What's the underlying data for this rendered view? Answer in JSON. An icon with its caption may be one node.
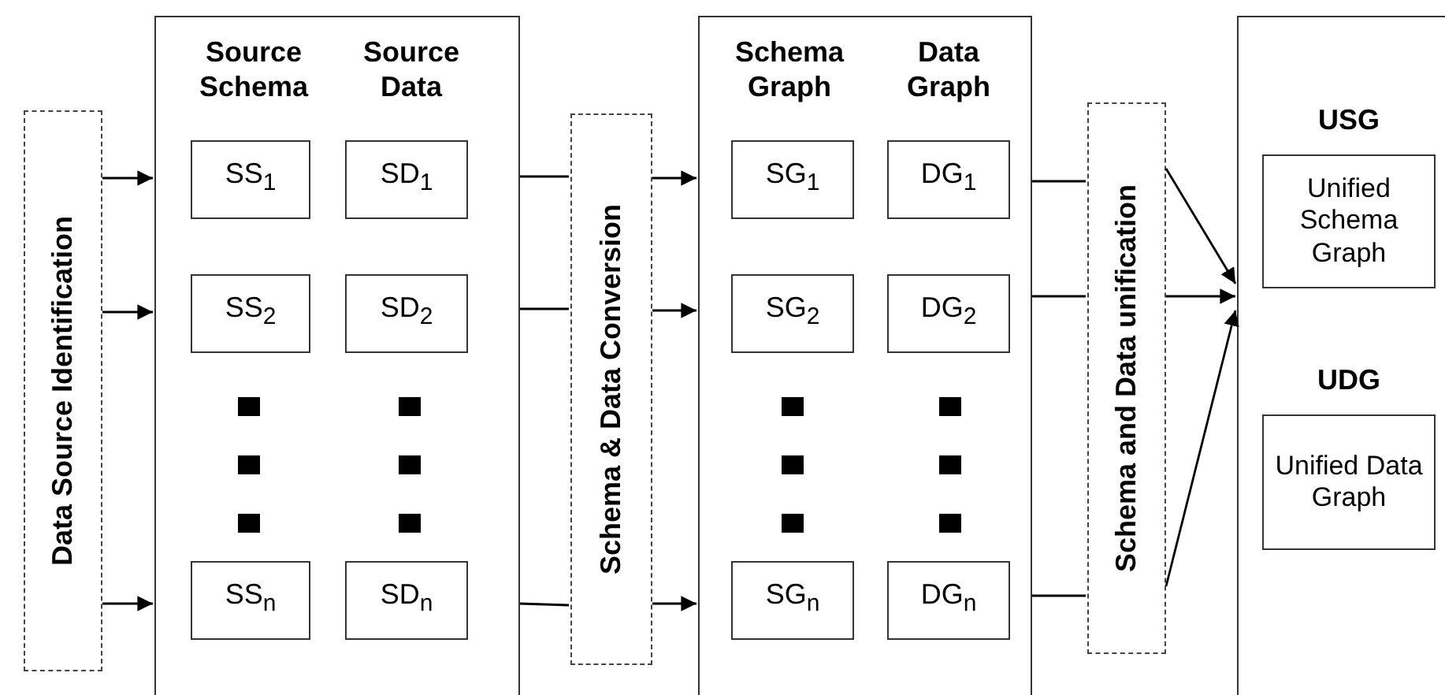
{
  "diagram": {
    "nodes": [
      {
        "text": [
          "Data Source Identification"
        ]
      },
      {
        "text": [
          "Source Schema",
          "Source Data"
        ]
      },
      {
        "text": [
          "SS$_{1}$"
        ],
        "in": 1
      },
      {
        "text": [
          "SD$_{1}$"
        ],
        "in": 1
      },
      {
        "text": [
          "SS$_{2}$"
        ],
        "in": 1
      },
      {
        "text": [
          "SD$_{2}$"
        ],
        "in": 1
      },
      {
        "text": [
          "SS$_{n}$"
        ],
        "in": 1
      },
      {
        "text": [
          "SD$_{n}$"
        ],
        "in": 1
      },
      {
        "text": [
          "Schema & Data Conversion"
        ]
      },
      {
        "text": [
          "Schema Graph",
          "Data Graph"
        ]
      },
      {
        "text": [
          "SG$_{1}$"
        ],
        "in": 9
      },
      {
        "text": [
          "DG$_{1}$"
        ],
        "in": 9
      },
      {
        "text": [
          "SG$_{2}$"
        ],
        "in": 9
      },
      {
        "text": [
          "DG$_{2}$"
        ],
        "in": 9
      },
      {
        "text": [
          "SG$_{n}$"
        ],
        "in": 9
      },
      {
        "text": [
          "DG$_{n}$"
        ],
        "in": 9
      },
      {
        "text": [
          "Schema and Data  unification"
        ]
      },
      {
        "text": [],
        "shape": "box"
      },
      {
        "text": [
          "USG",
          "Unified Schema Graph"
        ],
        "in": 17
      },
      {
        "text": [
          "UDG",
          "Unified Data Graph"
        ],
        "in": 17
      }
    ],
    "edges": [
      {
        "from": 0,
        "to": 1,
        "arrow": "to"
      },
      {
        "from": 0,
        "to": 1,
        "arrow": "to"
      },
      {
        "from": 0,
        "to": 1,
        "arrow": "to"
      },
      {
        "from": 1,
        "to": 8,
        "arrow": "none"
      },
      {
        "from": 1,
        "to": 8,
        "arrow": "none"
      },
      {
        "from": 1,
        "to": 8,
        "arrow": "none"
      },
      {
        "from": 8,
        "to": 9,
        "arrow": "to"
      },
      {
        "from": 8,
        "to": 9,
        "arrow": "to"
      },
      {
        "from": 8,
        "to": 9,
        "arrow": "to"
      },
      {
        "from": 9,
        "to": 16,
        "arrow": "none"
      },
      {
        "from": 9,
        "to": 16,
        "arrow": "none"
      },
      {
        "from": 9,
        "to": 16,
        "arrow": "none"
      },
      {
        "from": 16,
        "to": 17,
        "arrow": "to"
      },
      {
        "from": 16,
        "to": 17,
        "arrow": "to"
      },
      {
        "from": 16,
        "to": 17,
        "arrow": "to"
      }
    ]
  }
}
